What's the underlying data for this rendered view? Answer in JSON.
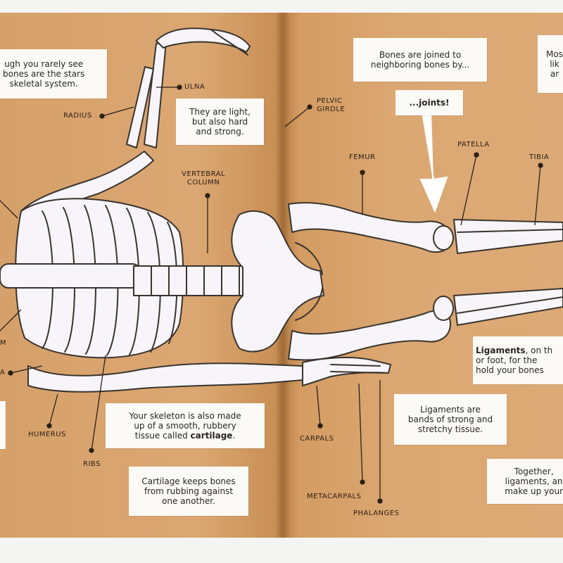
{
  "colors": {
    "page": "#dba772",
    "bone": "#f7f5f9",
    "bone_shade": "#c9c6df",
    "outline": "#39342e",
    "box": "#fbfaf6"
  },
  "left_page": {
    "boxes": {
      "intro": "ugh you rarely see\nbones are the stars\nskeletal system.",
      "light": "They are light,\nbut also hard\nand strong.",
      "cartilage_pre": "Your skeleton is also made\nup of a smooth, rubbery\ntissue called ",
      "cartilage_word": "cartilage",
      "cartilage_post": ".",
      "rubbing": "Cartilage keeps bones\nfrom rubbing against\none another."
    },
    "labels": {
      "ulna": "ULNA",
      "radius": "RADIUS",
      "vertebral": "VERTEBRAL\nCOLUMN",
      "pelvic": "PELVIC\nGIRDLE",
      "humerus": "HUMERUS",
      "ribs": "RIBS",
      "cut_m": "M",
      "cut_a": "A"
    }
  },
  "right_page": {
    "boxes": {
      "joined": "Bones are joined to\nneighboring bones by...",
      "joints": "...joints!",
      "most": "Mos\nlik\nar",
      "ligaments_word": "Ligaments",
      "ligaments_rest": ", on th\nor foot, for the\nhold your bones",
      "bands": "Ligaments are\nbands of strong and\nstretchy tissue.",
      "together": "Together,\nligaments, an\nmake up your"
    },
    "labels": {
      "femur": "FEMUR",
      "patella": "PATELLA",
      "tibia": "TIBIA",
      "carpals": "CARPALS",
      "metacarpals": "METACARPALS",
      "phalanges": "PHALANGES"
    }
  }
}
